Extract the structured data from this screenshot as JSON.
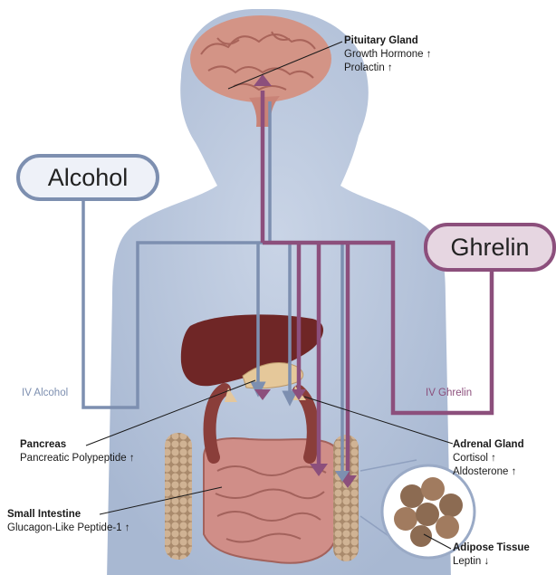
{
  "factors": {
    "alcohol": {
      "label": "Alcohol",
      "route": "IV Alcohol",
      "color": "#7d8fb0",
      "fill": "#e9edf6"
    },
    "ghrelin": {
      "label": "Ghrelin",
      "route": "IV Ghrelin",
      "color": "#8c4f7c",
      "fill": "#e3d2de"
    }
  },
  "organs": {
    "pituitary": {
      "name": "Pituitary Gland",
      "hormones": [
        "Growth Hormone ↑",
        "Prolactin ↑"
      ]
    },
    "pancreas": {
      "name": "Pancreas",
      "hormones": [
        "Pancreatic Polypeptide ↑"
      ]
    },
    "intestine": {
      "name": "Small Intestine",
      "hormones": [
        "Glucagon-Like Peptide-1 ↑"
      ]
    },
    "adrenal": {
      "name": "Adrenal Gland",
      "hormones": [
        "Cortisol ↑",
        "Aldosterone ↑"
      ]
    },
    "adipose": {
      "name": "Adipose Tissue",
      "hormones": [
        "Leptin ↓"
      ]
    }
  },
  "colors": {
    "body": "#b5c3da",
    "liver": "#7a2a2a",
    "brain": "#d89a8c",
    "intestine": "#d08e88",
    "fat": "#bfa184"
  }
}
